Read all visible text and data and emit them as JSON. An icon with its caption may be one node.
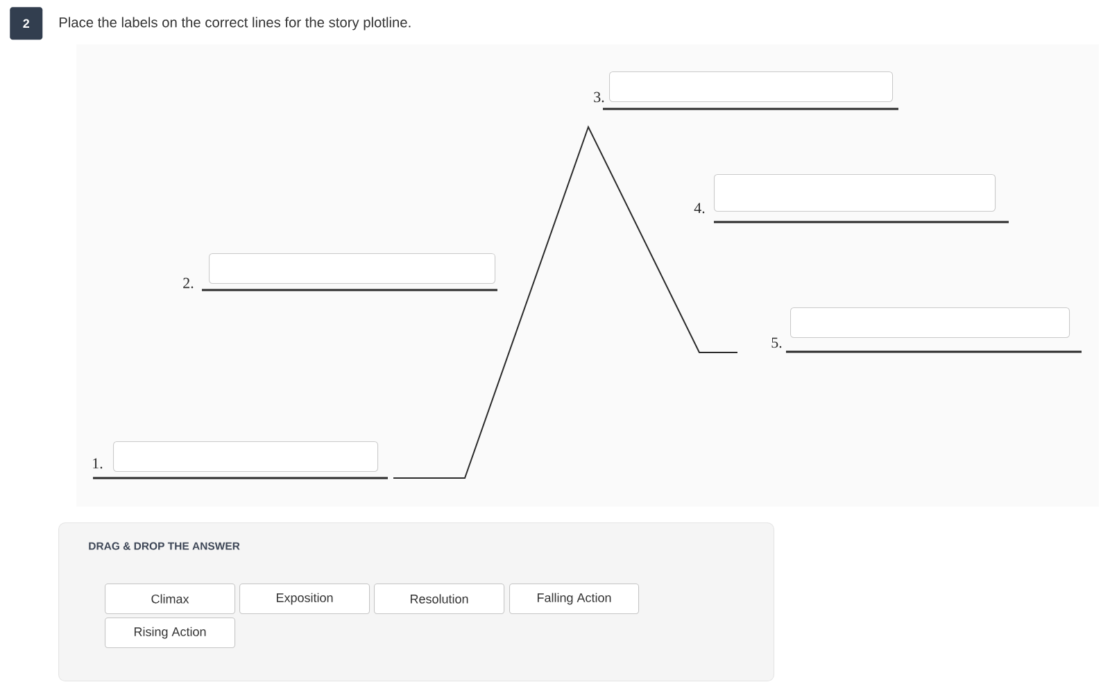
{
  "diagram": {
    "title": "Place the labels on the correct lines for the story plotline.",
    "nodes": [
      {
        "text": [
          "2"
        ]
      },
      {
        "text": [],
        "shape": "box",
        "beside": [
          "1."
        ]
      },
      {
        "text": [],
        "shape": "box",
        "beside": [
          "2."
        ]
      },
      {
        "text": [],
        "shape": "box",
        "beside": [
          "3."
        ]
      },
      {
        "text": [],
        "shape": "box",
        "beside": [
          "4."
        ]
      },
      {
        "text": [],
        "shape": "box",
        "beside": [
          "5."
        ]
      },
      {
        "text": [
          "DRAG & DROP THE ANSWER"
        ]
      },
      {
        "text": [
          "Climax"
        ],
        "in": 6
      },
      {
        "text": [
          "Exposition"
        ],
        "in": 6
      },
      {
        "text": [
          "Resolution"
        ],
        "in": 6
      },
      {
        "text": [
          "Falling Action"
        ],
        "in": 6
      },
      {
        "text": [
          "Rising Action"
        ],
        "in": 6
      }
    ]
  }
}
